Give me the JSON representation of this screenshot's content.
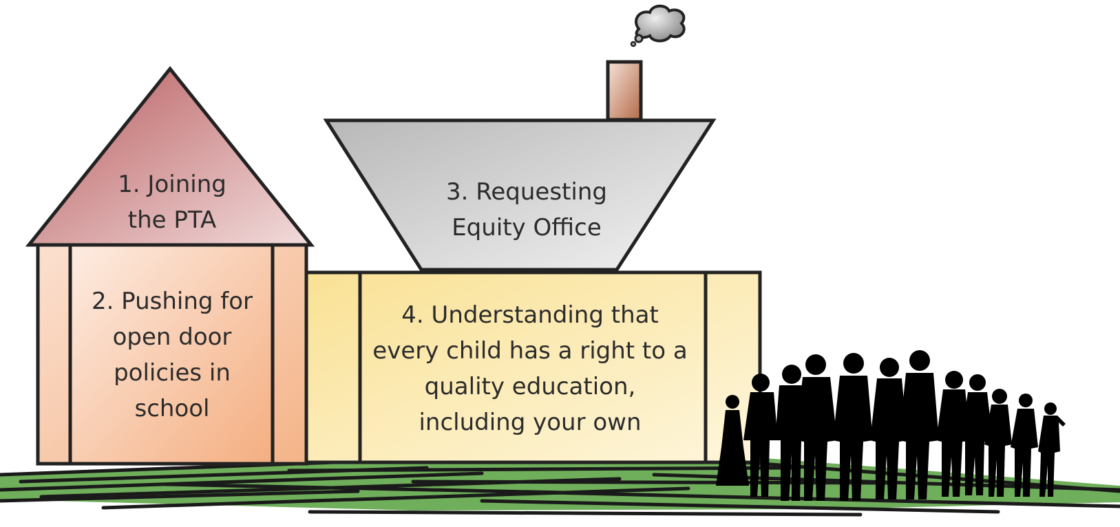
{
  "steps": {
    "step1": "1. Joining\nthe PTA",
    "step2": "2. Pushing for\nopen door\npolicies in\nschool",
    "step3": "3. Requesting\nEquity Office",
    "step4": "4. Understanding that\nevery child has a right to a\nquality education,\nincluding your own"
  },
  "colors": {
    "roof": "#c0686a",
    "house": "#f4b48a",
    "funnel": "#c4c4c4",
    "building": "#fbe7a4",
    "chimney": "#c07a5c",
    "grass": "#6fae5a",
    "outline": "#222222",
    "silhouette": "#000000"
  },
  "icons": {
    "smoke": "thought-cloud-icon",
    "people": "crowd-silhouette-icon"
  }
}
